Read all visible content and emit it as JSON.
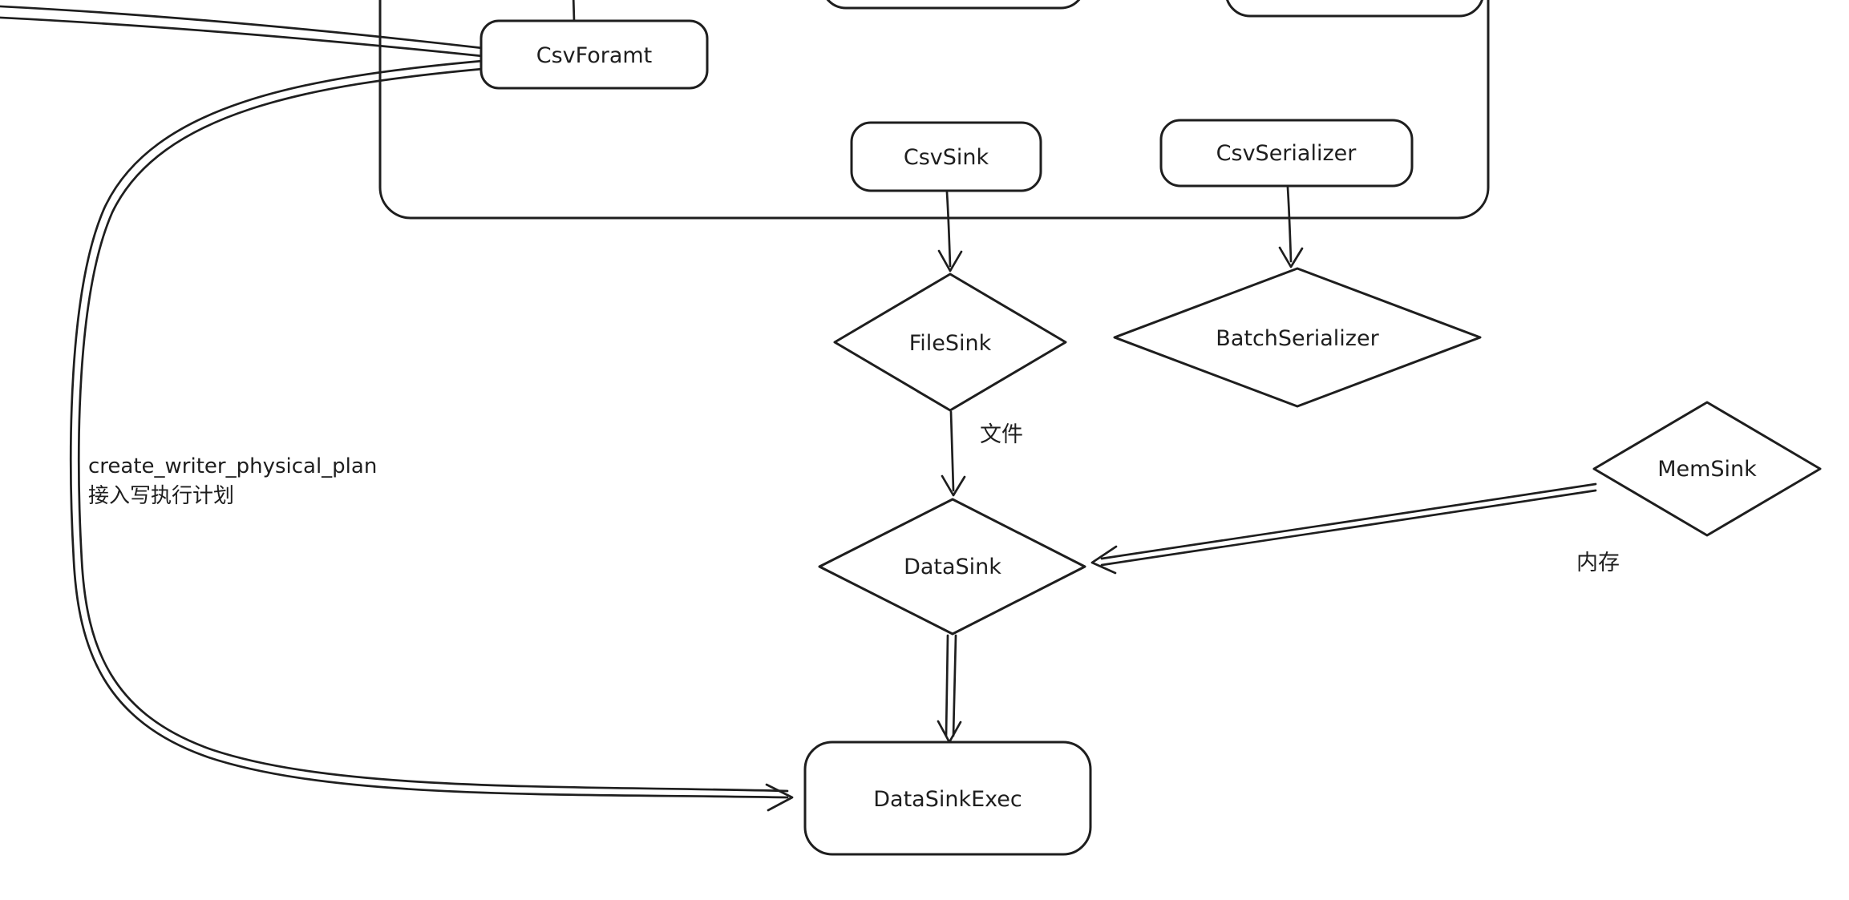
{
  "canvas": {
    "background": "#ffffff",
    "stroke_color": "#1e1e1e"
  },
  "nodes": {
    "csv_foramt": {
      "label": "CsvForamt",
      "shape": "rounded-rect"
    },
    "csv_sink": {
      "label": "CsvSink",
      "shape": "rounded-rect"
    },
    "csv_serializer": {
      "label": "CsvSerializer",
      "shape": "rounded-rect"
    },
    "file_sink": {
      "label": "FileSink",
      "shape": "diamond"
    },
    "batch_serializer": {
      "label": "BatchSerializer",
      "shape": "diamond"
    },
    "mem_sink": {
      "label": "MemSink",
      "shape": "diamond"
    },
    "data_sink": {
      "label": "DataSink",
      "shape": "diamond"
    },
    "data_sink_exec": {
      "label": "DataSinkExec",
      "shape": "rounded-rect"
    }
  },
  "labels": {
    "file_edge": "文件",
    "memory_edge": "内存",
    "plan_note_line1": "create_writer_physical_plan",
    "plan_note_line2": "接入写执行计划"
  }
}
